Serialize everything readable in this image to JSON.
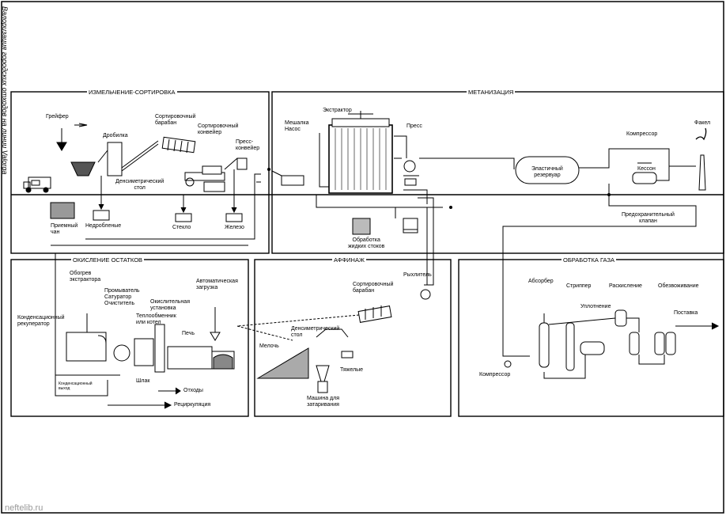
{
  "title": "Валоризация городских отходов на линии Valorga",
  "watermark": "neftelib.ru",
  "sections": {
    "sorting": "ИЗМЕЛЬЧЕНИЕ-СОРТИРОВКА",
    "methanization": "МЕТАНИЗАЦИЯ",
    "oxidation": "ОКИСЛЕНИЕ ОСТАТКОВ",
    "refining": "АФФИНАЖ",
    "gas_treatment": "ОБРАБОТКА ГАЗА"
  },
  "labels": {
    "grab": "Грейфер",
    "crusher": "Дробилка",
    "sorting_drum": "Сортировочный\nбарабан",
    "sorting_conveyor": "Сортировочный\nконвейер",
    "press_conveyor": "Пресс-\nконвейер",
    "densimetric_table": "Денсиметрический\nстол",
    "receiving_pit": "Приемный\nчан",
    "uncrushed": "Недробленые",
    "glass": "Стекло",
    "iron": "Железо",
    "mixer_pump": "Мешалка\nНасос",
    "extractor": "Экстрактор",
    "press": "Пресс",
    "elastic_reservoir": "Эластичный\nрезервуар",
    "compressor_top": "Компрессор",
    "caisson": "Кессон",
    "flare": "Факел",
    "safety_valve": "Предохранительный\nклапан",
    "liquid_effluent": "Обработка\nжидких стоков",
    "extractor_heating": "Обогрев\nэкстрактора",
    "washer": "Промыватель",
    "saturator": "Сатуратор",
    "cleaner": "Очиститель",
    "auto_loading": "Автоматическая\nзагрузка",
    "oxidation_unit": "Окислительная\nустановка",
    "heat_exchanger": "Теплообменник\nили котел",
    "condensing_recuperator": "Конденсационный\nрекуператор",
    "furnace": "Печь",
    "slag": "Шлак",
    "waste": "Отходы",
    "recirculation": "Рециркуляция",
    "condensate": "Конденсационный\nвыход",
    "loosener": "Рыхлитель",
    "refining_drum": "Сортировочный\nбарабан",
    "dens_table_2": "Денсиметрический\nстол",
    "fines": "Мелочь",
    "heavy": "Тяжелые",
    "packing_machine": "Машина для\nзатаривания",
    "absorber": "Абсорбер",
    "stripper": "Стриппер",
    "deoxidation": "Раскисление",
    "dehydration": "Обезвоживание",
    "compaction": "Уплотнение",
    "delivery": "Поставка",
    "compressor_bottom": "Компрессор"
  }
}
